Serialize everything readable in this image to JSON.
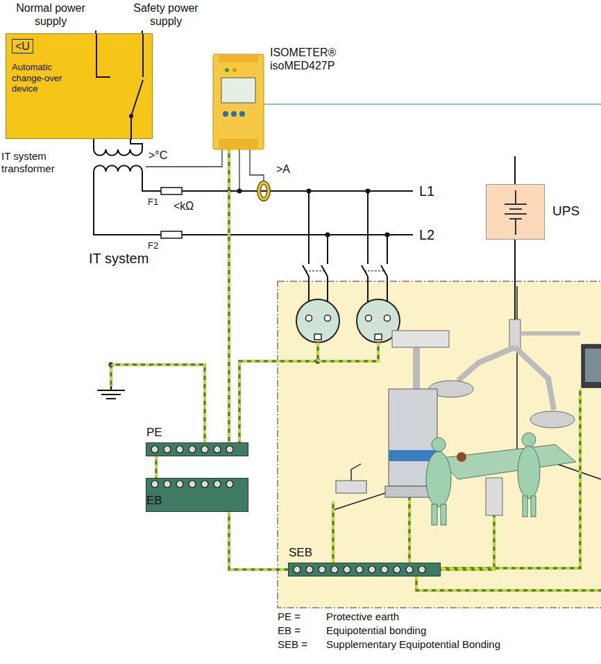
{
  "diagram": {
    "nodes": [
      {
        "text": [
          "<U",
          "Automatic change-over device"
        ]
      },
      {
        "text": [
          "ISOMETER® isoMED427P"
        ]
      },
      {
        "text": [
          "UPS"
        ]
      },
      {
        "text": [
          "PE"
        ]
      },
      {
        "text": [
          "EB"
        ]
      },
      {
        "text": [
          "SEB"
        ]
      }
    ],
    "edges": [
      {
        "from": 1,
        "to": 3,
        "arrow": "none"
      },
      {
        "from": 3,
        "to": 4,
        "arrow": "none"
      },
      {
        "from": 4,
        "to": 5,
        "arrow": "none"
      }
    ],
    "labels": [
      "Normal power supply",
      "Safety power supply",
      "IT system transformer",
      ">°C",
      ">A",
      "<kΩ",
      "F1",
      "F2",
      "L1",
      "L2",
      "IT system",
      "PE =",
      "Protective earth",
      "EB =",
      "Equipotential bonding",
      "SEB =",
      "Supplementary Equipotential Bonding"
    ]
  }
}
